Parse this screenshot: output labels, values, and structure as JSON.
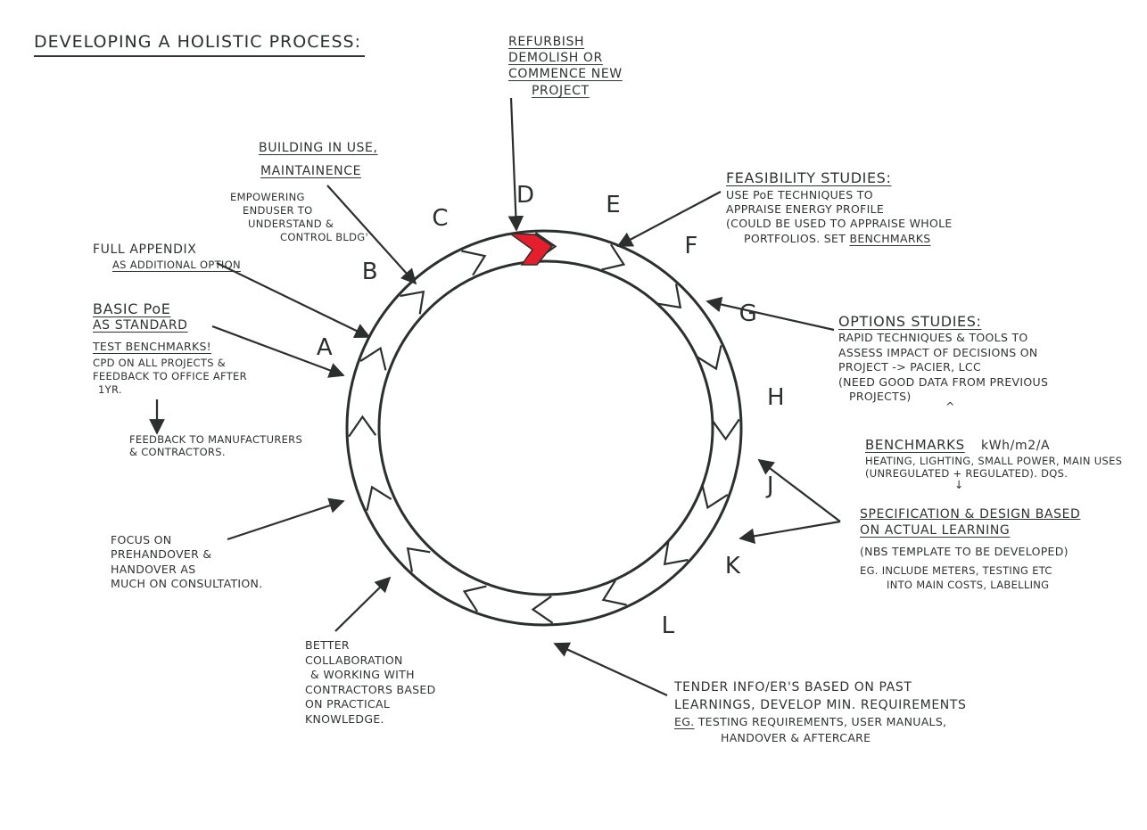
{
  "title": "DEVELOPING A HOLISTIC PROCESS:",
  "stages": [
    "A",
    "B",
    "C",
    "D",
    "E",
    "F",
    "G",
    "H",
    "J",
    "K",
    "L"
  ],
  "colors": {
    "ink": "#2b2f2d",
    "marker": "#e41e2c"
  },
  "notes": {
    "start": [
      "REFURBISH",
      "DEMOLISH OR",
      "COMMENCE NEW",
      "PROJECT"
    ],
    "building_use": {
      "heading_1": "BUILDING IN USE,",
      "heading_2": "MAINTAINENCE",
      "body": [
        "EMPOWERING",
        "ENDUSER TO",
        "UNDERSTAND &",
        "CONTROL BLDG'"
      ]
    },
    "full_appendix": {
      "line1": "FULL APPENDIX",
      "line2": "AS ADDITIONAL OPTION"
    },
    "basic_poe": {
      "heading_1": "BASIC PoE",
      "heading_2": "AS STANDARD",
      "test": "TEST BENCHMARKS!",
      "body": [
        "CPD ON ALL PROJECTS &",
        "FEEDBACK TO OFFICE AFTER",
        "1YR."
      ],
      "feedback": [
        "FEEDBACK TO MANUFACTURERS",
        "& CONTRACTORS."
      ]
    },
    "feasibility": {
      "heading": "FEASIBILITY STUDIES:",
      "body": [
        "USE PoE TECHNIQUES TO",
        "APPRAISE ENERGY PROFILE",
        "(COULD BE USED TO APPRAISE WHOLE"
      ],
      "last_pre": "PORTFOLIOS. SET ",
      "last_link": "BENCHMARKS"
    },
    "options": {
      "heading": "OPTIONS STUDIES:",
      "body": [
        "RAPID TECHNIQUES & TOOLS TO",
        "ASSESS IMPACT OF DECISIONS ON",
        "PROJECT -> PACIER, LCC",
        "(NEED GOOD DATA FROM PREVIOUS",
        "PROJECTS)"
      ],
      "caret": "^"
    },
    "benchmarks": {
      "heading": "BENCHMARKS",
      "unit": "kWh/m2/A",
      "body": [
        "HEATING, LIGHTING, SMALL POWER, MAIN USES",
        "(UNREGULATED + REGULATED). DQS."
      ],
      "arrow": "↓",
      "spec_heading": "SPECIFICATION & DESIGN BASED",
      "spec_line2": "ON ACTUAL LEARNING",
      "spec_body": [
        "(NBS TEMPLATE TO BE DEVELOPED)",
        "EG. INCLUDE METERS, TESTING ETC",
        "INTO MAIN COSTS, LABELLING"
      ]
    },
    "focus": [
      "FOCUS ON",
      "PREHANDOVER &",
      "HANDOVER AS",
      "MUCH ON CONSULTATION."
    ],
    "better": [
      "BETTER",
      "COLLABORATION",
      "& WORKING WITH",
      "CONTRACTORS BASED",
      "ON PRACTICAL",
      "KNOWLEDGE."
    ],
    "tender": {
      "line1": "TENDER INFO/ER'S BASED ON PAST",
      "line2": "LEARNINGS, DEVELOP MIN. REQUIREMENTS",
      "eg": "EG.",
      "line3": " TESTING REQUIREMENTS, USER MANUALS,",
      "line4": "HANDOVER & AFTERCARE"
    }
  }
}
